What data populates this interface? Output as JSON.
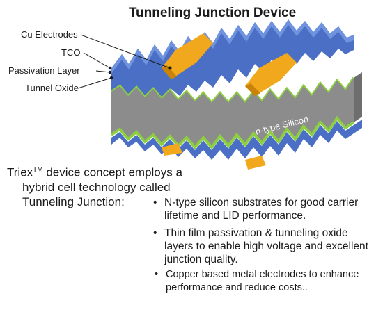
{
  "title": "Tunneling Junction Device",
  "layer_labels": [
    "Cu Electrodes",
    "TCO",
    "Passivation Layer",
    "Tunnel Oxide"
  ],
  "substrate_label": "n-type Silicon",
  "intro": {
    "brand": "Triex",
    "superscript": "TM",
    "line1_rest": " device concept employs a",
    "line2": "hybrid cell technology called",
    "line3": "Tunneling Junction:"
  },
  "bullets_main": [
    "N-type silicon substrates for good carrier lifetime and LID performance.",
    "Thin film passivation & tunneling oxide layers to enable high voltage and excellent junction quality."
  ],
  "bullets_extra": [
    "Copper based metal electrodes to enhance performance and reduce costs.."
  ],
  "colors": {
    "silicon_gray": "#8c8c8c",
    "tco_blue": "#4a6fc4",
    "passivation_green": "#8ccf3f",
    "electrode_orange": "#f2a81d"
  }
}
